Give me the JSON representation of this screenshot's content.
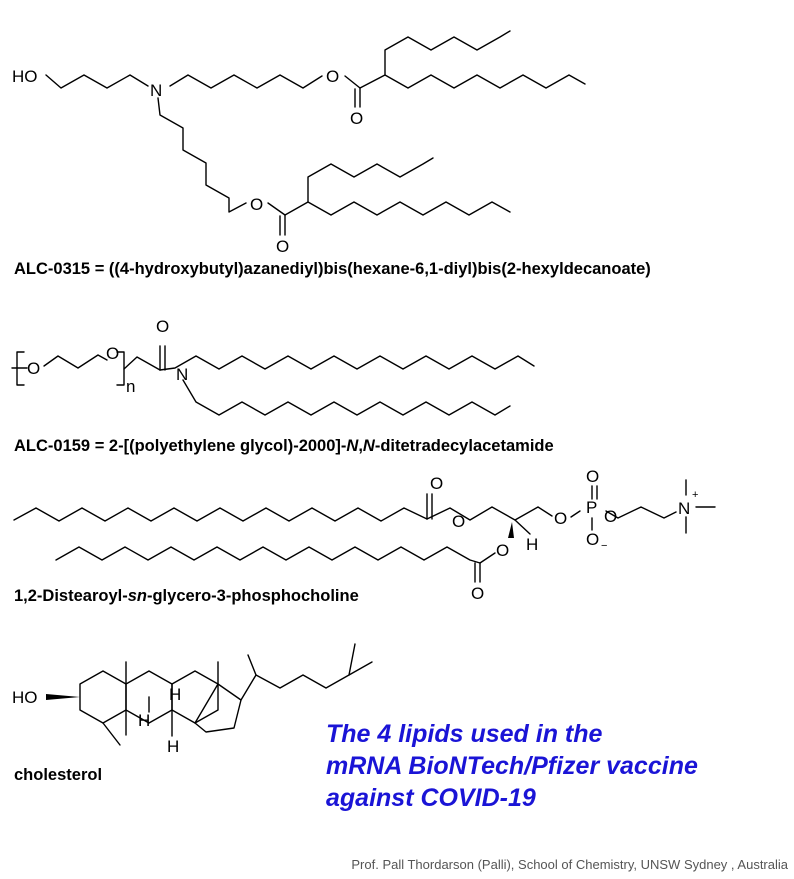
{
  "molecules": {
    "alc0315": {
      "caption": "ALC-0315 = ((4-hydroxybutyl)azanediyl)bis(hexane-6,1-diyl)bis(2-hexyldecanoate)",
      "atoms": {
        "ho": "HO",
        "n": "N",
        "o_ester_top": "O",
        "o_carbonyl_top": "O",
        "o_ester_bottom": "O",
        "o_carbonyl_bottom": "O"
      }
    },
    "alc0159": {
      "caption_part1": "ALC-0159 = 2-[(polyethylene glycol)-2000]-",
      "caption_italic1": "N",
      "caption_comma": ",",
      "caption_italic2": "N",
      "caption_part2": "-ditetradecylacetamide",
      "atoms": {
        "o1": "O",
        "o2": "O",
        "o_carbonyl": "O",
        "n": "N",
        "repeat": "n"
      }
    },
    "dspc": {
      "caption_part1": "1,2-Distearoyl-",
      "caption_italic": "sn",
      "caption_part2": "-glycero-3-phosphocholine",
      "atoms": {
        "o_c1": "O",
        "o_e1": "O",
        "o_c2": "O",
        "o_e2": "O",
        "h": "H",
        "o_p1": "O",
        "o_p2": "O",
        "p": "P",
        "o_p3": "O",
        "o_minus": "O",
        "minus": "−",
        "n_plus": "N",
        "plus": "+"
      }
    },
    "cholesterol": {
      "caption": "cholesterol",
      "atoms": {
        "ho": "HO",
        "h1": "H",
        "h2": "H",
        "h3": "H"
      }
    }
  },
  "headline": {
    "line1": "The 4 lipids used in the",
    "line2": "mRNA BioNTech/Pfizer vaccine",
    "line3": "against COVID-19"
  },
  "credit": "Prof. Pall Thordarson (Palli), School of Chemistry, UNSW  Sydney , Australia",
  "colors": {
    "headline": "#1a14d6",
    "bond": "#000000",
    "credit": "#555555"
  }
}
